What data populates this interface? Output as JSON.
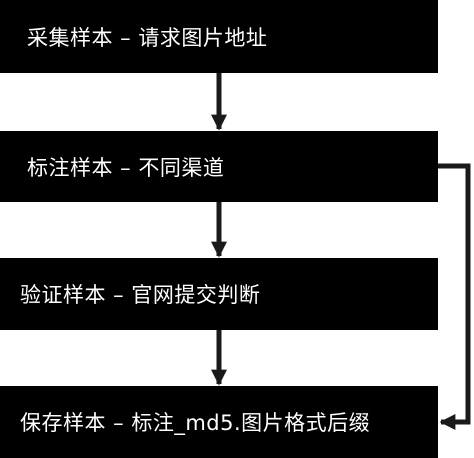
{
  "steps": [
    {
      "label": "采集样本 – 请求图片地址"
    },
    {
      "label": "标注样本 – 不同渠道"
    },
    {
      "label": "验证样本 – 官网提交判断"
    },
    {
      "label": "保存样本 – 标注_md5.图片格式后缀"
    }
  ],
  "colors": {
    "box_fill": "#000000",
    "box_text": "#ffffff",
    "arrow": "#1a1a1a",
    "background": "#ffffff"
  }
}
